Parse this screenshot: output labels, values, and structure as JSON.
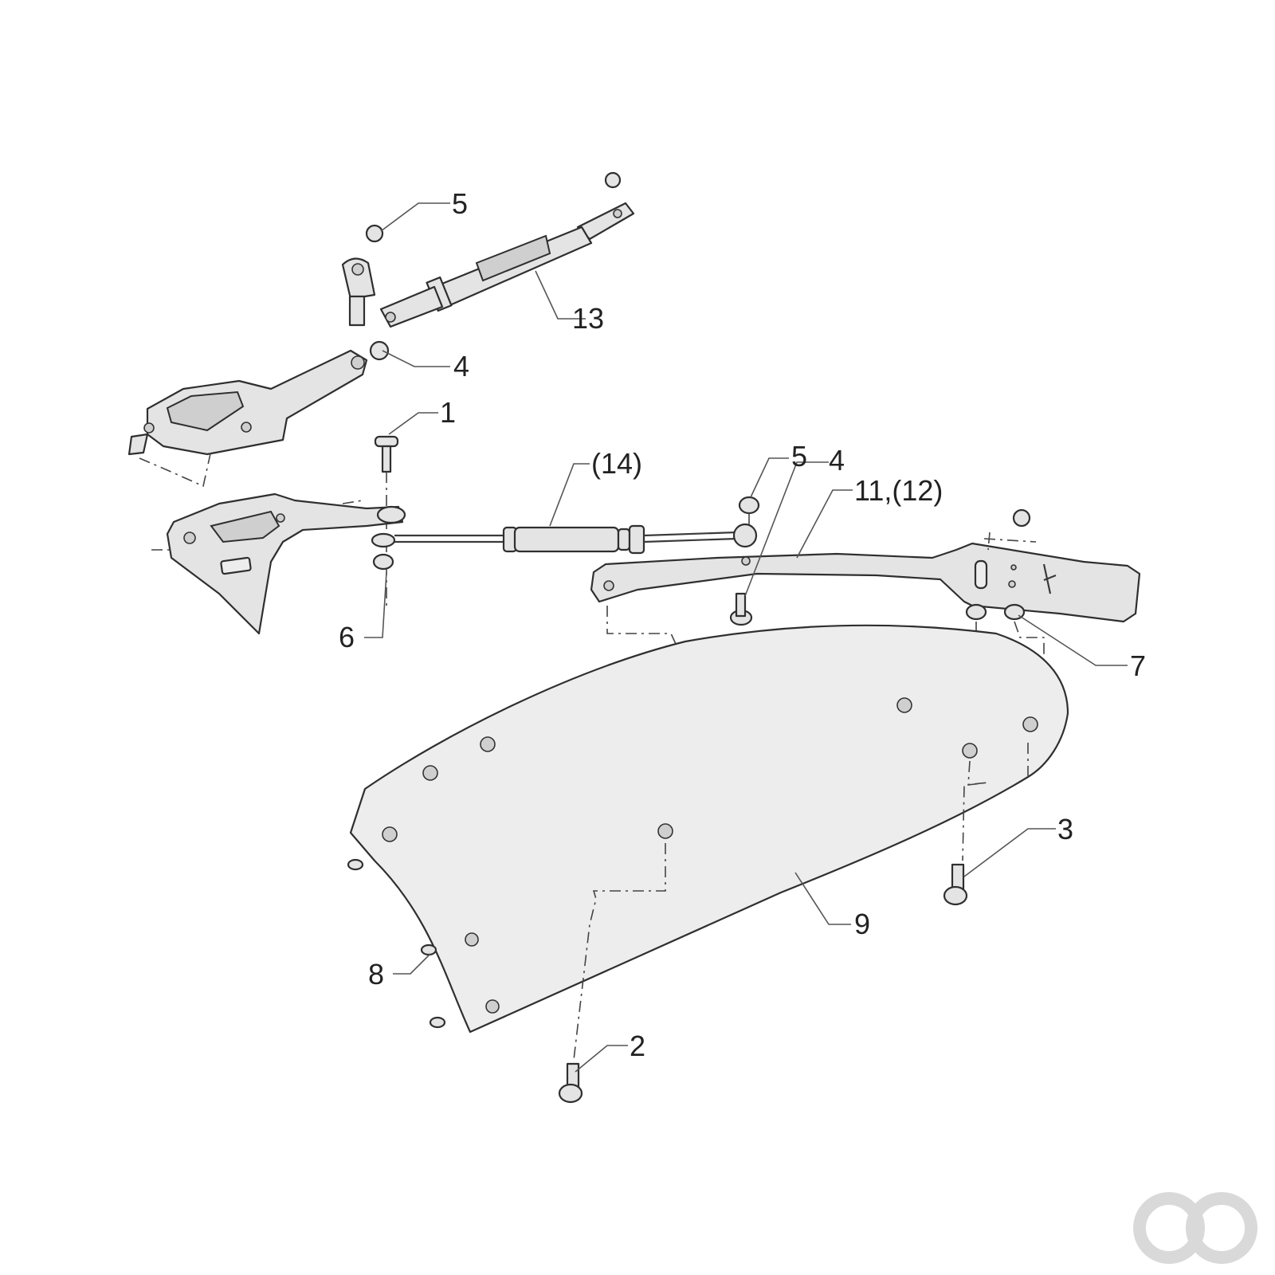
{
  "callouts": [
    {
      "id": "c5a",
      "text": "5"
    },
    {
      "id": "c13",
      "text": "13"
    },
    {
      "id": "c4a",
      "text": "4"
    },
    {
      "id": "c1",
      "text": "1"
    },
    {
      "id": "c14",
      "text": "(14)"
    },
    {
      "id": "c5b",
      "text": "5"
    },
    {
      "id": "c4b",
      "text": "4"
    },
    {
      "id": "c11",
      "text": "11,(12)"
    },
    {
      "id": "c6",
      "text": "6"
    },
    {
      "id": "c7",
      "text": "7"
    },
    {
      "id": "c3",
      "text": "3"
    },
    {
      "id": "c9",
      "text": "9"
    },
    {
      "id": "c8",
      "text": "8"
    },
    {
      "id": "c2",
      "text": "2"
    }
  ],
  "colors": {
    "line": "#2f2f2f",
    "fill": "#e4e4e4",
    "logo": "#d9d9d9"
  }
}
